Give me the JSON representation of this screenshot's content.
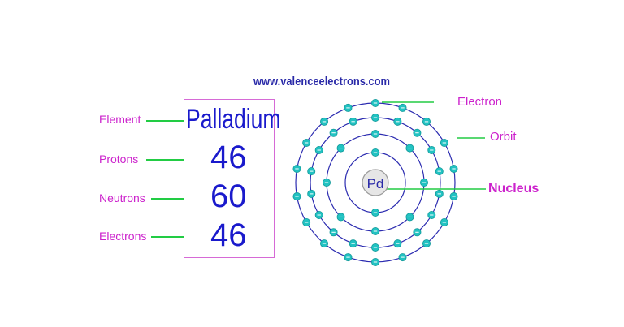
{
  "website": "www.valenceelectrons.com",
  "labels": {
    "element": "Element",
    "protons": "Protons",
    "neutrons": "Neutrons",
    "electrons": "Electrons",
    "electron_right": "Electron",
    "orbit_right": "Orbit",
    "nucleus_right": "Nucleus"
  },
  "element": {
    "name": "Palladium",
    "protons": "46",
    "neutrons": "60",
    "electrons": "46",
    "symbol": "Pd"
  },
  "atom": {
    "shells": [
      2,
      8,
      18,
      18
    ],
    "electron_symbol": "−",
    "colors": {
      "orbit": "#2b2bb0",
      "electron_fill": "#22c2c2",
      "electron_stroke": "#139a9a",
      "nucleus_fill": "#e6e6e6",
      "nucleus_stroke": "#9a9a9a",
      "pointer": "#22cc44"
    }
  }
}
